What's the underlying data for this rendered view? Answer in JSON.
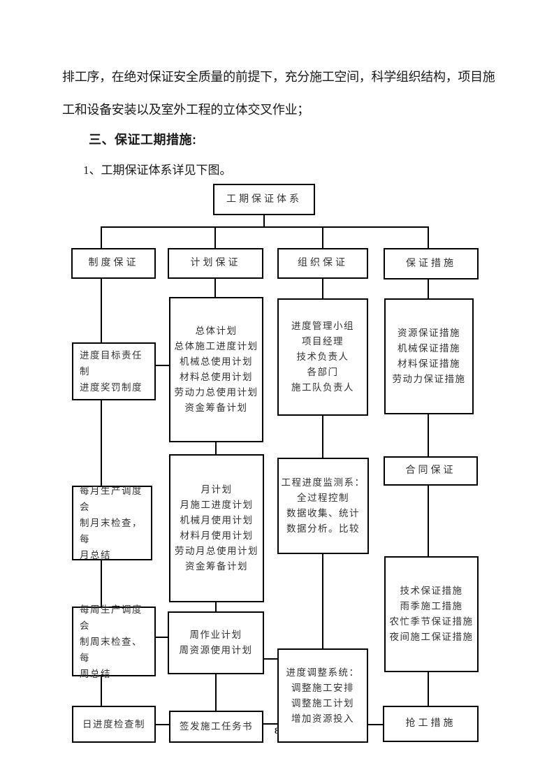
{
  "document": {
    "paragraph": {
      "line1": "排工序，在绝对保证安全质量的前提下，充分施工空间，科学组织结构，项目施",
      "line2": "工和设备安装以及室外工程的立体交叉作业；"
    },
    "heading": "三、保证工期措施:",
    "list_item": "1、工期保证体系详见下图。",
    "page_number": "8"
  },
  "diagram": {
    "title": "工期保证体系",
    "boxes": {
      "root": {
        "lines": [
          "工期保证体系"
        ]
      },
      "zhidu": {
        "lines": [
          "制度保证"
        ]
      },
      "jihua": {
        "lines": [
          "计划保证"
        ]
      },
      "zuzhi": {
        "lines": [
          "组织保证"
        ]
      },
      "baozheng": {
        "lines": [
          "保证措施"
        ]
      },
      "mubiao": {
        "lines": [
          "进度目标责任制",
          "进度奖罚制度"
        ]
      },
      "zongti": {
        "lines": [
          "总体计划",
          "总体施工进度计划",
          "机械总使用计划",
          "材料总使用计划",
          "劳动力总使用计划",
          "资金筹备计划"
        ]
      },
      "xiaozu": {
        "lines": [
          "进度管理小组",
          "项目经理",
          "技术负责人",
          "各部门",
          "施工队负责人"
        ]
      },
      "ziyuan": {
        "lines": [
          "资源保证措施",
          "机械保证措施",
          "材料保证措施",
          "劳动力保证措施"
        ]
      },
      "meiyue": {
        "lines": [
          "每月生产调度会",
          "制月末检查，每",
          "月总结"
        ]
      },
      "yuejihua": {
        "lines": [
          "月计划",
          "月施工进度计划",
          "机械月使用计划",
          "材料月使用计划",
          "劳动月总使用计划",
          "资金筹备计划"
        ]
      },
      "jiance": {
        "lines": [
          "工程进度监测系：",
          "全过程控制",
          "数据收集、统计",
          "数据分析。比较"
        ]
      },
      "hetong": {
        "lines": [
          "合同保证"
        ]
      },
      "meizhou": {
        "lines": [
          "每周生产调度会",
          "制周末检查、每",
          "周总结"
        ]
      },
      "zhouzuoye": {
        "lines": [
          "周作业计划",
          "周资源使用计划"
        ]
      },
      "jishu": {
        "lines": [
          "技术保证措施",
          "雨季施工措施",
          "农忙季节保证措施",
          "夜间施工保证措施"
        ]
      },
      "rijindu": {
        "lines": [
          "日进度检查制"
        ]
      },
      "qianfa": {
        "lines": [
          "签发施工任务书"
        ]
      },
      "tiaozheng": {
        "lines": [
          "进度调整系统：",
          "调整施工安排",
          "调整施工计划",
          "增加资源投入"
        ]
      },
      "qianggong": {
        "lines": [
          "抢工措施"
        ]
      }
    },
    "edges": [
      [
        "root",
        "zhidu"
      ],
      [
        "root",
        "jihua"
      ],
      [
        "root",
        "zuzhi"
      ],
      [
        "root",
        "baozheng"
      ],
      [
        "zhidu",
        "mubiao"
      ],
      [
        "mubiao",
        "zongti"
      ],
      [
        "mubiao",
        "meiyue"
      ],
      [
        "meiyue",
        "meizhou"
      ],
      [
        "meizhou",
        "zhouzuoye"
      ],
      [
        "meizhou",
        "rijindu"
      ],
      [
        "rijindu",
        "qianfa"
      ],
      [
        "jihua",
        "zongti"
      ],
      [
        "zongti",
        "yuejihua"
      ],
      [
        "yuejihua",
        "zhouzuoye"
      ],
      [
        "zhouzuoye",
        "qianfa"
      ],
      [
        "zhouzuoye",
        "tiaozheng"
      ],
      [
        "qianfa",
        "tiaozheng"
      ],
      [
        "zuzhi",
        "xiaozu"
      ],
      [
        "xiaozu",
        "jiance"
      ],
      [
        "jiance",
        "tiaozheng"
      ],
      [
        "tiaozheng",
        "qianggong"
      ],
      [
        "baozheng",
        "ziyuan"
      ],
      [
        "ziyuan",
        "hetong"
      ],
      [
        "hetong",
        "jishu"
      ],
      [
        "jishu",
        "qianggong"
      ]
    ]
  }
}
